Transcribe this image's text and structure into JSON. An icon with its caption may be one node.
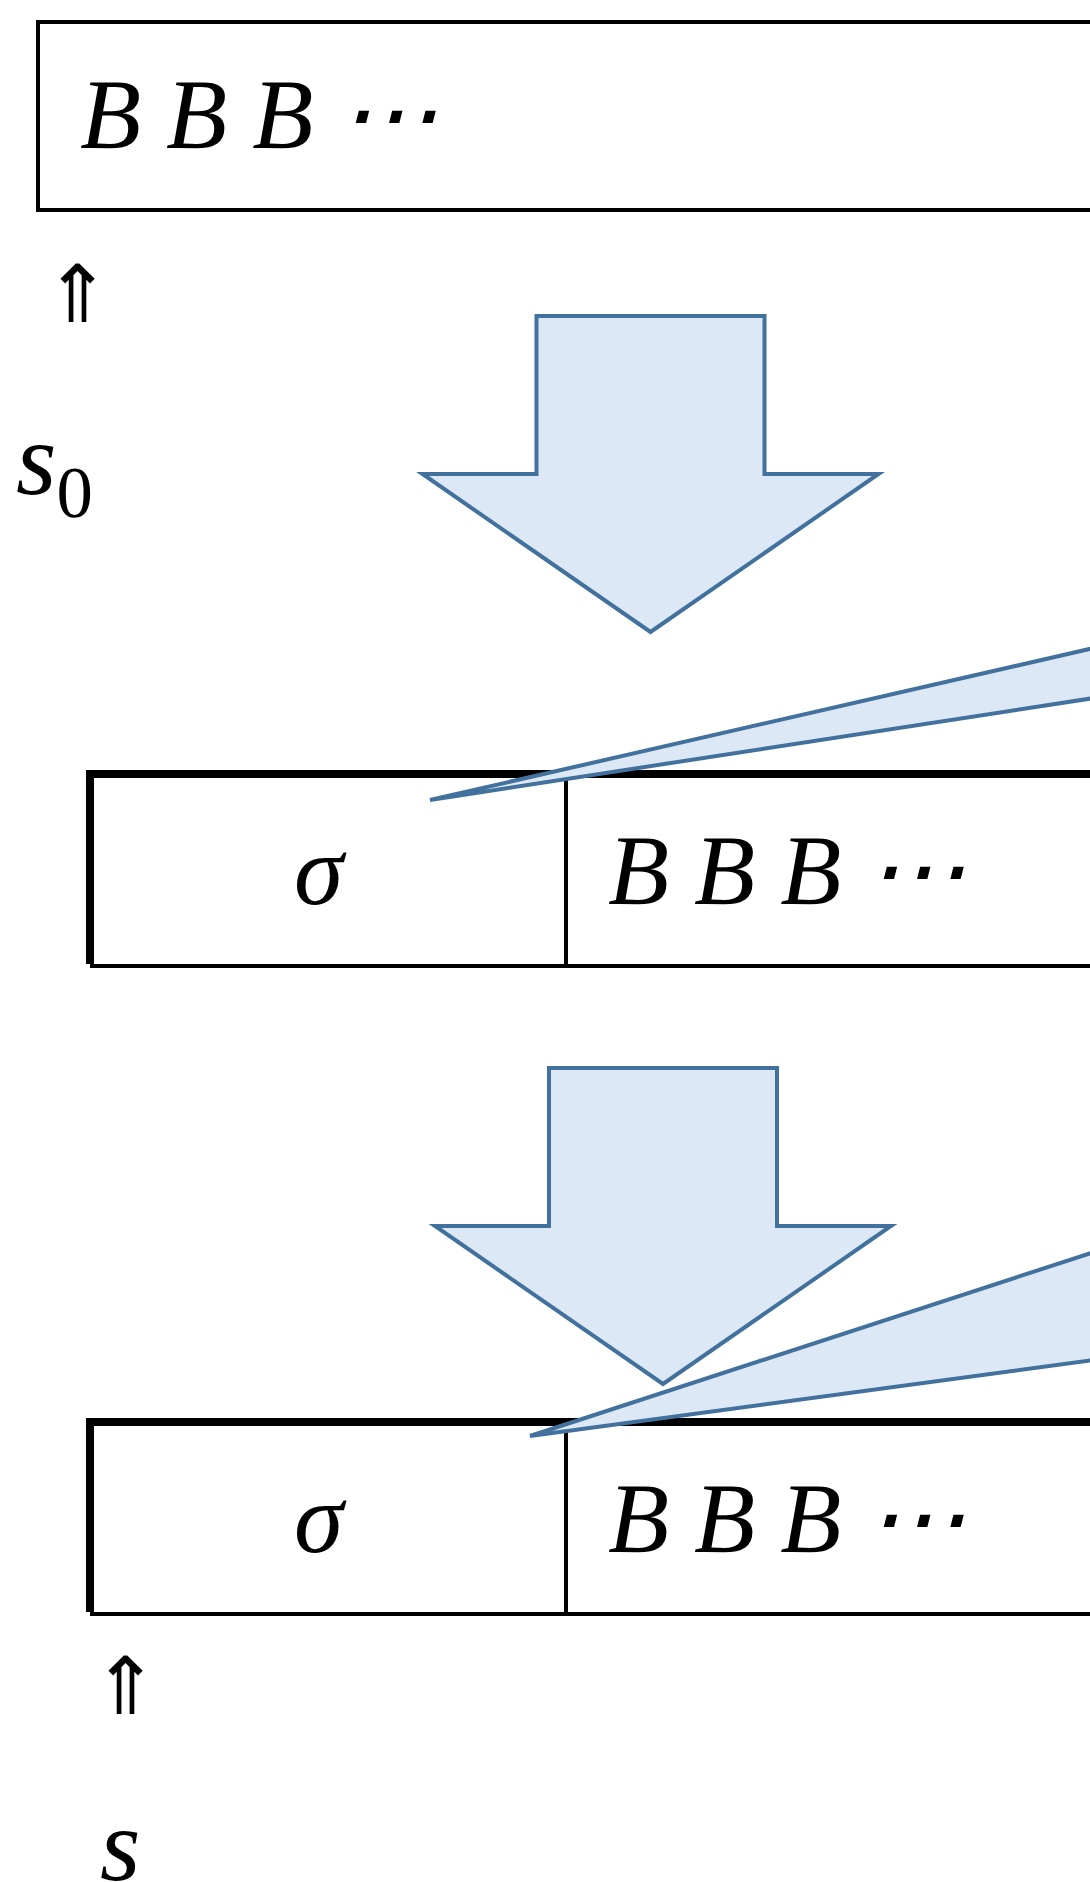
{
  "diagram": {
    "nodes": [
      {
        "text": [
          "B B B ⋯"
        ]
      },
      {
        "text": [],
        "shape": "box"
      },
      {
        "text": [
          "σ"
        ],
        "in": 1
      },
      {
        "text": [
          "B B B ⋯"
        ],
        "in": 1
      },
      {
        "text": [],
        "shape": "box"
      },
      {
        "text": [
          "σ"
        ],
        "in": 4
      },
      {
        "text": [
          "B B B ⋯"
        ],
        "in": 4
      },
      {
        "text": [],
        "shape": "wedge"
      },
      {
        "text": [],
        "shape": "wedge"
      }
    ],
    "edges": [
      {
        "from": 0,
        "to": 1,
        "arrow": "to",
        "style": "thick"
      },
      {
        "from": 1,
        "to": 4,
        "arrow": "to",
        "style": "thick"
      }
    ],
    "labels": [
      "⇑",
      "s$_{0}$",
      "⇑",
      "s"
    ]
  }
}
